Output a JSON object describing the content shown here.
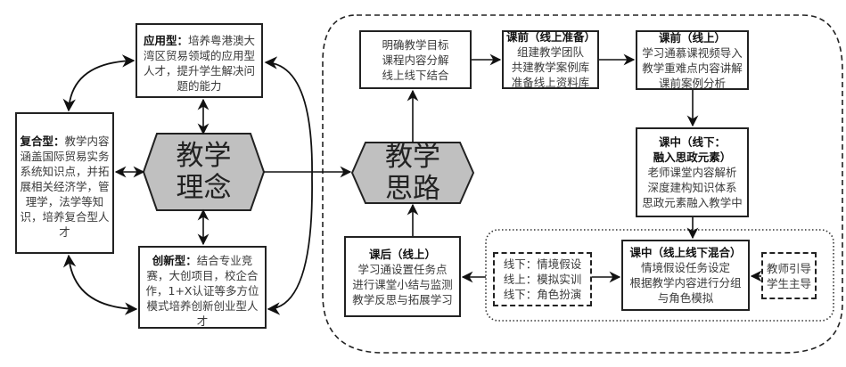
{
  "concept": {
    "hexagon_label": [
      "教学",
      "理念"
    ],
    "applied": {
      "title": "应用型：",
      "text": "培养粤港澳大湾区贸易领域的应用型人才，提升学生解决问题的能力"
    },
    "compound": {
      "title": "复合型：",
      "text": "教学内容涵盖国际贸易实务系统知识点，并拓展相关经济学，管理学，法学等知识，培养复合型人才"
    },
    "innovative": {
      "title": "创新型：",
      "text": "结合专业竞赛，大创项目，校企合作，1+X认证等多方位模式培养创新创业型人才"
    }
  },
  "approach": {
    "hexagon_label": [
      "教学",
      "思路"
    ],
    "goals": {
      "lines": [
        "明确教学目标",
        "课程内容分解",
        "线上线下结合"
      ]
    },
    "pre_class_prep": {
      "title": "课前（线上准备）",
      "lines": [
        "组建教学团队",
        "共建教学案例库",
        "准备线上资料库"
      ]
    },
    "pre_class_online": {
      "title": "课前（线上）",
      "lines": [
        "学习通慕课视频导入",
        "教学重难点内容讲解",
        "课前案例分析"
      ]
    },
    "in_class_offline": {
      "title_lines": [
        "课中（线下：",
        "融入思政元素）"
      ],
      "lines": [
        "老师课堂内容解析",
        "深度建构知识体系",
        "思政元素融入教学中"
      ]
    },
    "in_class_blended": {
      "title": "课中（线上线下混合）",
      "lines": [
        "情境假设任务设定",
        "根据教学内容进行分组",
        "与角色模拟"
      ]
    },
    "modes": {
      "lines": [
        "线下：情境假设",
        "线上：模拟实训",
        "线下：角色扮演"
      ]
    },
    "roles": {
      "lines": [
        "教师引导",
        "学生主导"
      ]
    },
    "post_class": {
      "title": "课后（线上）",
      "lines": [
        "学习通设置任务点",
        "进行课堂小结与监测",
        "教学反思与拓展学习"
      ]
    }
  },
  "colors": {
    "hexagon_fill": "#c0c0c0",
    "stroke": "#222222",
    "text": "#3a3a3a"
  }
}
